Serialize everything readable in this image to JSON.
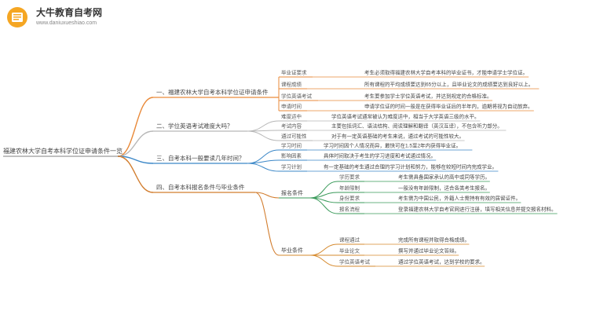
{
  "header": {
    "site_name": "大牛教育自考网",
    "site_url": "www.daniuxueshiao.com"
  },
  "mindmap": {
    "root": "福建农林大学自考本科学位证申请条件一览",
    "branches": [
      {
        "label": "一、福建农林大学自考本科学位证申请条件",
        "color": "#e98a3a",
        "children": [
          {
            "label": "毕业证要求",
            "note": "考生必须取得福建农林大学自考本科的毕业证书，才能申请学士学位证。"
          },
          {
            "label": "课程成绩",
            "note": "所有课程的平均成绩要达到65分以上，且毕业论文的成绩要达到良好以上。"
          },
          {
            "label": "学位英语考试",
            "note": "考生要参加学士学位英语考试，并达到规定的合格标准。"
          },
          {
            "label": "申请时间",
            "note": "申请学位证的时间一般是在获得毕业证后的半年内，逾期将视为自动放弃。"
          }
        ]
      },
      {
        "label": "二、学位英语考试难度大吗？",
        "color": "#b7b7b7",
        "children": [
          {
            "label": "难度适中",
            "note": "学位英语考试通常被认为难度适中，相当于大学英语三级的水平。"
          },
          {
            "label": "考试内容",
            "note": "主要包括词汇、语法结构、阅读理解和翻译（英汉互译），不包含听力部分。"
          },
          {
            "label": "通过可能性",
            "note": "对于有一定英语基础的考生来说，通过考试的可能性较大。"
          }
        ]
      },
      {
        "label": "三、自考本科一般要读几年时间？",
        "color": "#3b87c7",
        "children": [
          {
            "label": "学习时间",
            "note": "学习时间因个人情况而异，最快可在1.5至2年内获得毕业证。"
          },
          {
            "label": "影响因素",
            "note": "具体时间取决于考生的学习进度和考试通过情况。"
          },
          {
            "label": "学习计划",
            "note": "有一定基础的考生通过合理的学习计划和努力，能够在较短时间内完成学业。"
          }
        ]
      },
      {
        "label": "四、自考本科报名条件与毕业条件",
        "color": "#d27d2e",
        "children": [
          {
            "label": "报名条件",
            "color": "#3a9a5a",
            "children": [
              {
                "label": "学历要求",
                "note": "考生需具备国家承认的高中或同等学历。"
              },
              {
                "label": "年龄限制",
                "note": "一般没有年龄限制，适合各类考生报名。"
              },
              {
                "label": "身份要求",
                "note": "考生需为中国公民，外籍人士需持有有效的居留证件。"
              },
              {
                "label": "报名流程",
                "note": "登录福建农林大学自考官网进行注册，填写相关信息并提交报名材料。"
              }
            ]
          },
          {
            "label": "毕业条件",
            "color": "#d68a2e",
            "children": [
              {
                "label": "课程通过",
                "note": "完成所有课程并取得合格成绩。"
              },
              {
                "label": "毕业论文",
                "note": "撰写并通过毕业论文答辩。"
              },
              {
                "label": "学位英语考试",
                "note": "通过学位英语考试，达到学校的要求。"
              }
            ]
          }
        ]
      }
    ]
  }
}
